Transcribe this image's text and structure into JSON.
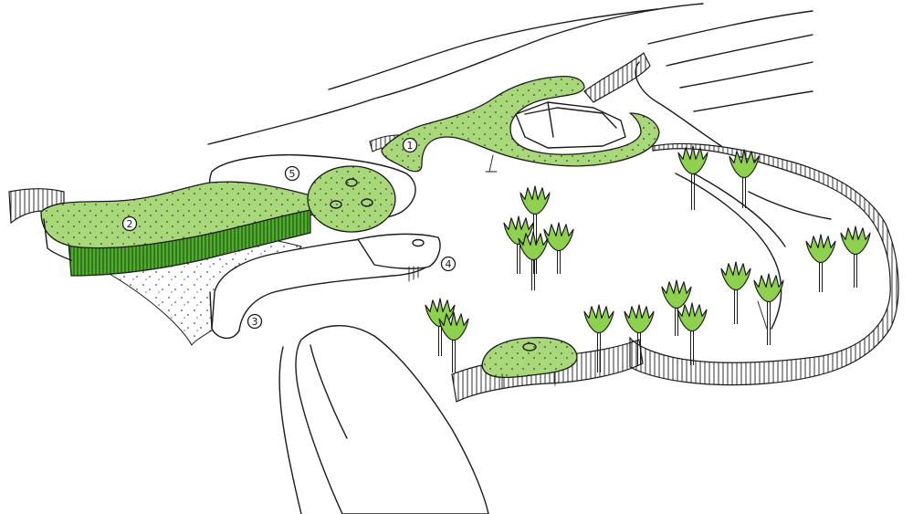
{
  "colors": {
    "ink": "#1a1a1a",
    "lawn_green": "#a9d87a",
    "tree_green": "#8ed14f",
    "stripe_green": "#4caf2a",
    "paper": "#ffffff"
  },
  "markers": [
    {
      "label": "1"
    },
    {
      "label": "2"
    },
    {
      "label": "3"
    },
    {
      "label": "4"
    },
    {
      "label": "5"
    }
  ]
}
